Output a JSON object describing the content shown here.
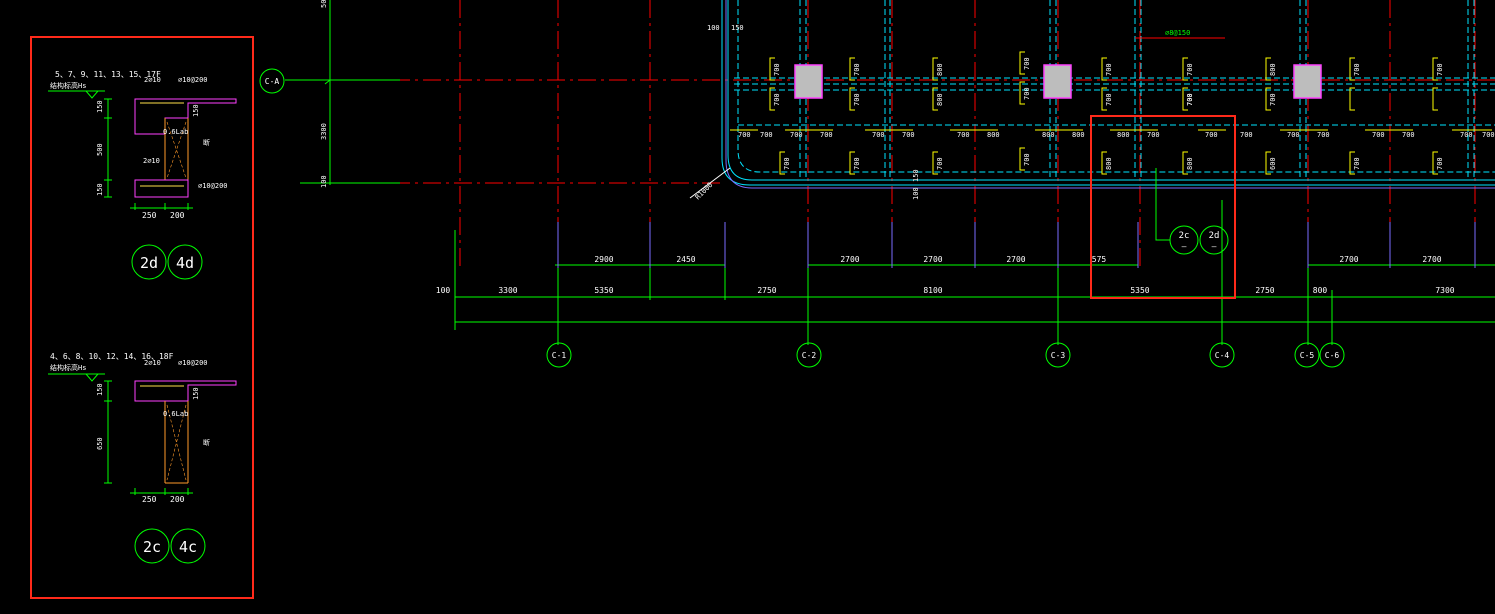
{
  "colors": {
    "background": "#000000",
    "axis_line": "#00ff00",
    "grid_red": "#ff0000",
    "beam_cyan": "#00e5ff",
    "dim_purple": "#7a6cff",
    "column_fill": "#bdbdbd",
    "column_edge": "#ff40ff",
    "tick_yellow": "#ffff00",
    "highlight_box": "#ff2a1a",
    "orange": "#ff9a2a",
    "text_white": "#ffffff"
  },
  "detail_panel": {
    "upper": {
      "floors": "5、7、9、11、13、15、17F",
      "elevation": "结构标高Hs",
      "top_bar": "2⌀10",
      "stirrup_top": "⌀10@200",
      "mid_bar": "2⌀10",
      "lab": "0.6Lab",
      "cut": "断",
      "stirrup_bot": "⌀10@200",
      "dim_v1": "150",
      "dim_v2": "500",
      "dim_v3": "150",
      "dim_right": "150",
      "dim_h1": "250",
      "dim_h2": "200",
      "tag_a": "2d",
      "tag_b": "4d"
    },
    "lower": {
      "floors": "4、6、8、10、12、14、16、18F",
      "elevation": "结构标高Hs",
      "top_bar": "2⌀10",
      "stirrup_top": "⌀10@200",
      "lab": "0.6Lab",
      "cut": "断",
      "dim_v1": "150",
      "dim_v2": "650",
      "dim_right": "150",
      "dim_h1": "250",
      "dim_h2": "200",
      "tag_a": "2c",
      "tag_b": "4c"
    }
  },
  "plan": {
    "row_axis": "C-A",
    "left_dims": [
      "50",
      "3300",
      "100"
    ],
    "top_labels": [
      "100",
      "150"
    ],
    "rebar_label": "⌀8@150",
    "radius_label": "R1000",
    "small_dims": [
      "150",
      "100"
    ],
    "col_axes": [
      "C-1",
      "C-2",
      "C-3",
      "C-4",
      "C-5",
      "C-6"
    ],
    "dim_row1": [
      "2900",
      "2450",
      "2700",
      "2700",
      "2700",
      "575",
      "2700",
      "2700"
    ],
    "dim_row2": [
      "100",
      "3300",
      "5350",
      "2750",
      "8100",
      "5350",
      "2750",
      "800",
      "7300"
    ],
    "strip_top": [
      "700",
      "700",
      "700",
      "700",
      "800",
      "800",
      "700",
      "700",
      "700",
      "700",
      "700",
      "700",
      "800"
    ],
    "strip_bottom": [
      "700",
      "700",
      "700",
      "700",
      "800",
      "800",
      "600",
      "700",
      "700",
      "700",
      "700",
      "700",
      "700"
    ],
    "mid_pairs": [
      "700",
      "700",
      "700",
      "700",
      "700",
      "700",
      "800",
      "800",
      "800",
      "800",
      "700",
      "700",
      "700",
      "700",
      "700",
      "700",
      "700",
      "700",
      "700",
      "700"
    ],
    "section_tags": [
      {
        "label": "2c",
        "sub": "—"
      },
      {
        "label": "2d",
        "sub": "—"
      }
    ]
  }
}
